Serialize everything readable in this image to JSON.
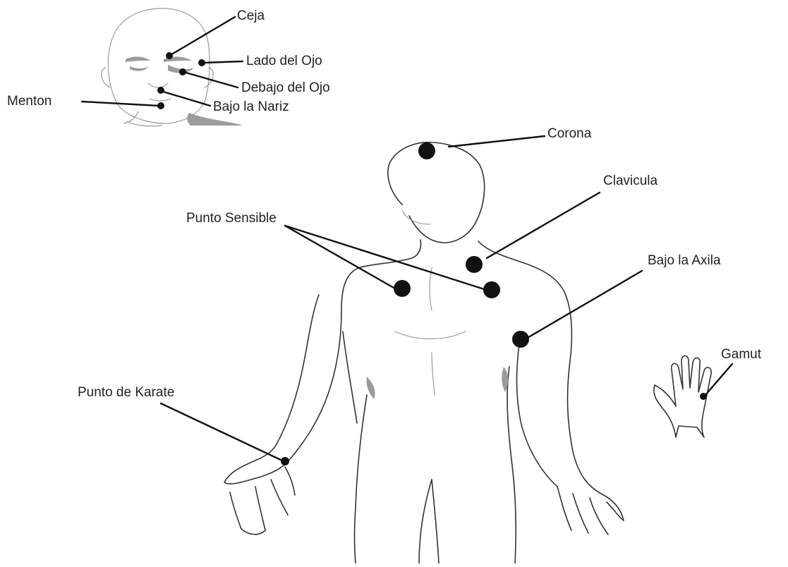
{
  "labels": {
    "ceja": "Ceja",
    "lado_del_ojo": "Lado del Ojo",
    "debajo_del_ojo": "Debajo del Ojo",
    "menton": "Menton",
    "bajo_la_nariz": "Bajo la Nariz",
    "corona": "Corona",
    "clavicula": "Clavicula",
    "punto_sensible": "Punto Sensible",
    "bajo_la_axila": "Bajo la Axila",
    "punto_de_karate": "Punto de Karate",
    "gamut": "Gamut"
  },
  "colors": {
    "line": "#111111",
    "outline": "#333333",
    "shading": "#9c9c9c",
    "background": "#ffffff"
  }
}
